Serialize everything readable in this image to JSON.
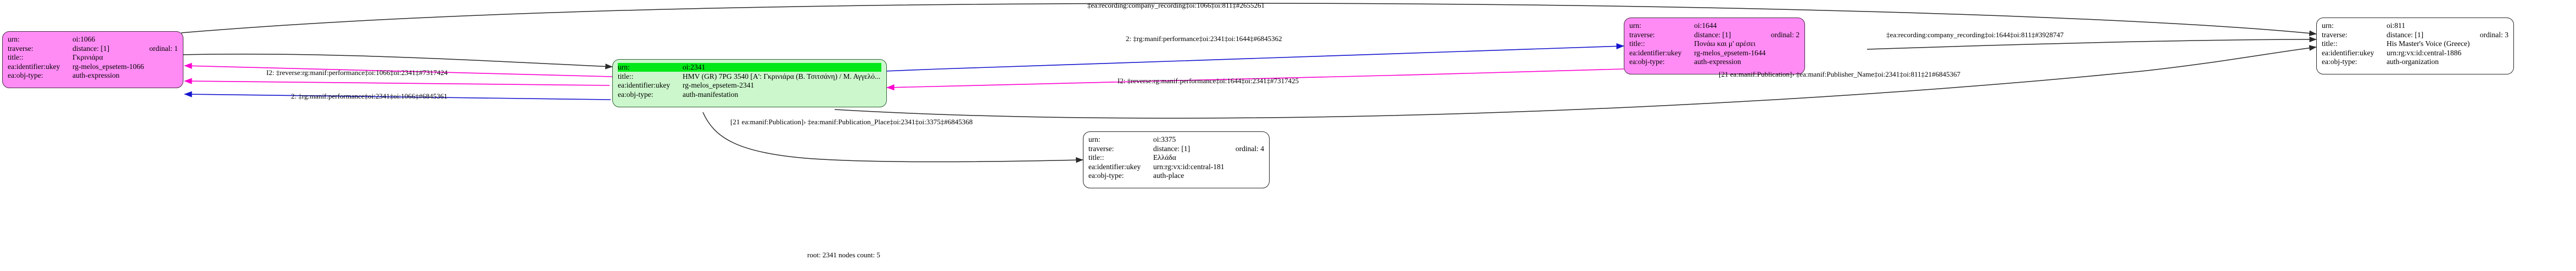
{
  "graph": {
    "caption": "root: 2341 nodes count: 5",
    "colors": {
      "pink_node": "#ff8cf5",
      "green_node": "#ccf7cc",
      "green_highlight": "#00e817",
      "white_node": "#ffffff",
      "edge_black": "#2b2b2b",
      "edge_magenta": "#ff00d0",
      "edge_blue": "#1414cf"
    },
    "nodes": [
      {
        "id": "node-oi-1066",
        "style": "pink",
        "highlight": false,
        "rows": [
          {
            "key": "urn:",
            "value": "oi:1066",
            "value2": ""
          },
          {
            "key": "traverse:",
            "value": "distance: [1]",
            "value2": "ordinal: 1"
          },
          {
            "key": "title::",
            "value": "Γκρινιάρα",
            "value2": ""
          },
          {
            "key": "ea:identifier:ukey",
            "value": "rg-melos_epsetem-1066",
            "value2": ""
          },
          {
            "key": "ea:obj-type:",
            "value": "auth-expression",
            "value2": ""
          }
        ]
      },
      {
        "id": "node-oi-2341",
        "style": "green",
        "highlight": true,
        "rows": [
          {
            "key": "urn:",
            "value": "oi:2341",
            "value2": ""
          },
          {
            "key": "title::",
            "value": "HMV (GR) 7PG 3540 [Α': Γκρινιάρα (Β. Τσιτσάνη) / Μ. Αγγελό...",
            "value2": ""
          },
          {
            "key": "ea:identifier:ukey",
            "value": "rg-melos_epsetem-2341",
            "value2": ""
          },
          {
            "key": "ea:obj-type:",
            "value": "auth-manifestation",
            "value2": ""
          }
        ]
      },
      {
        "id": "node-oi-1644",
        "style": "pink",
        "highlight": false,
        "rows": [
          {
            "key": "urn:",
            "value": "oi:1644",
            "value2": ""
          },
          {
            "key": "traverse:",
            "value": "distance: [1]",
            "value2": "ordinal: 2"
          },
          {
            "key": "title::",
            "value": "Πονάω και μ' αρέσει",
            "value2": ""
          },
          {
            "key": "ea:identifier:ukey",
            "value": "rg-melos_epsetem-1644",
            "value2": ""
          },
          {
            "key": "ea:obj-type:",
            "value": "auth-expression",
            "value2": ""
          }
        ]
      },
      {
        "id": "node-oi-811",
        "style": "white",
        "highlight": false,
        "rows": [
          {
            "key": "urn:",
            "value": "oi:811",
            "value2": ""
          },
          {
            "key": "traverse:",
            "value": "distance: [1]",
            "value2": "ordinal: 3"
          },
          {
            "key": "title::",
            "value": "His Master's Voice (Greece)",
            "value2": ""
          },
          {
            "key": "ea:identifier:ukey",
            "value": "urn:rg:vx:id:central-1886",
            "value2": ""
          },
          {
            "key": "ea:obj-type:",
            "value": "auth-organization",
            "value2": ""
          }
        ]
      },
      {
        "id": "node-oi-3375",
        "style": "white",
        "highlight": false,
        "rows": [
          {
            "key": "urn:",
            "value": "oi:3375",
            "value2": ""
          },
          {
            "key": "traverse:",
            "value": "distance: [1]",
            "value2": "ordinal: 4"
          },
          {
            "key": "title::",
            "value": "Ελλάδα",
            "value2": ""
          },
          {
            "key": "ea:identifier:ukey",
            "value": "urn:rg:vx:id:central-181",
            "value2": ""
          },
          {
            "key": "ea:obj-type:",
            "value": "auth-place",
            "value2": ""
          }
        ]
      }
    ],
    "edge_labels": [
      {
        "id": "edge-label-recording-1066-811",
        "text": "‡ea:recording:company_recording‡oi:1066‡oi:811‡#2655261"
      },
      {
        "id": "edge-label-rev-perf-1066-2341",
        "text": "I2: ‡reverse:rg:manif:performance‡oi:1066‡oi:2341‡#7317424"
      },
      {
        "id": "edge-label-perf-2341-1066",
        "text": "2: ‡rg:manif:performance‡oi:2341‡oi:1066‡#6845361"
      },
      {
        "id": "edge-label-perf-2341-1644",
        "text": "2: ‡rg:manif:performance‡oi:2341‡oi:1644‡#6845362"
      },
      {
        "id": "edge-label-rev-perf-1644-2341",
        "text": "I2: ‡reverse:rg:manif:performance‡oi:1644‡oi:2341‡#7317425"
      },
      {
        "id": "edge-label-recording-1644-811",
        "text": "‡ea:recording:company_recording‡oi:1644‡oi:811‡#3928747"
      },
      {
        "id": "edge-label-publisher-name",
        "text": "[21 ea:manif:Publication]› ‡ea:manif:Publisher_Name‡oi:2341‡oi:811‡21#6845367"
      },
      {
        "id": "edge-label-publication-place",
        "text": "[21 ea:manif:Publication]› ‡ea:manif:Publication_Place‡oi:2341‡oi:3375‡#6845368"
      }
    ]
  }
}
